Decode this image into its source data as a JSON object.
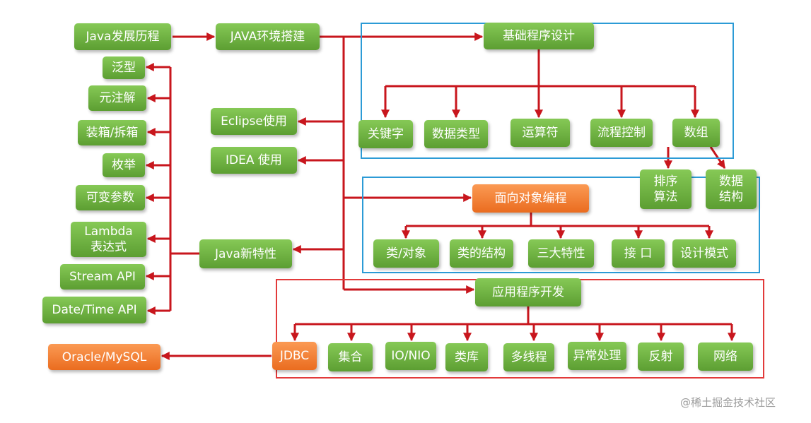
{
  "nodes": {
    "java_history": "Java发展历程",
    "java_env": "JAVA环境搭建",
    "generics": "泛型",
    "annotation": "元注解",
    "boxing": "装箱/拆箱",
    "enum": "枚举",
    "varargs": "可变参数",
    "lambda": "Lambda\n表达式",
    "stream_api": "Stream API",
    "datetime_api": "Date/Time API",
    "eclipse": "Eclipse使用",
    "idea": "IDEA 使用",
    "java_new": "Java新特性",
    "basic_prog": "基础程序设计",
    "keyword": "关键字",
    "datatype": "数据类型",
    "operator": "运算符",
    "flow": "流程控制",
    "array": "数组",
    "sort": "排序\n算法",
    "datastruct": "数据\n结构",
    "oop": "面向对象编程",
    "class_object": "类/对象",
    "class_struct": "类的结构",
    "three_features": "三大特性",
    "interface": "接 口",
    "design_patterns": "设计模式",
    "app_dev": "应用程序开发",
    "jdbc": "JDBC",
    "collection": "集合",
    "io": "IO/NIO",
    "library": "类库",
    "thread": "多线程",
    "exception": "异常处理",
    "reflection": "反射",
    "network": "网络",
    "database": "Oracle/MySQL"
  },
  "watermark": "@稀土掘金技术社区",
  "colors": {
    "node_green": "#6aad3d",
    "node_orange": "#f07a2a",
    "arrow_red": "#c8161d",
    "frame_blue": "#2c9bd6",
    "frame_red": "#e23a3a"
  }
}
